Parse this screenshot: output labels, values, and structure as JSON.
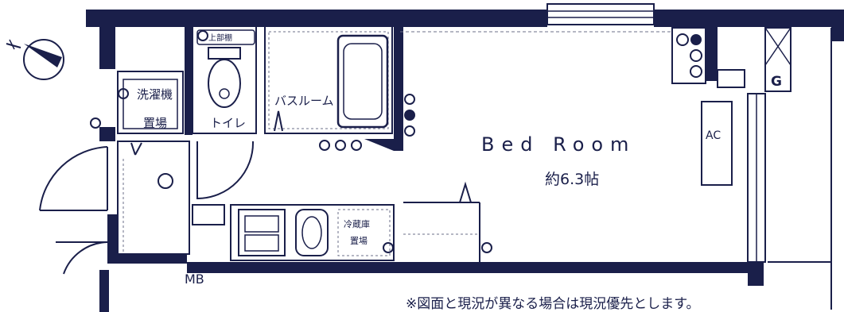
{
  "labels": {
    "washer_area_line1": "洗濯機",
    "washer_area_line2": "置場",
    "toilet": "トイレ",
    "bathroom": "バスルーム",
    "room_name": "Bed  Room",
    "room_size": "約6.3帖",
    "fridge_area_line1": "冷蔵庫",
    "fridge_area_line2": "置場",
    "upper_cabinet": "上部棚",
    "aircon": "AC",
    "gas_meter": "G",
    "meter_box": "MB",
    "disclaimer": "※図面と現況が異なる場合は現況優先とします。"
  },
  "colors": {
    "wall": "#1a1f4a",
    "line": "#1a1f4a",
    "fill": "#ffffff",
    "dashed": "#6b6f8a"
  },
  "icons": {
    "compass": "north-arrow-icon",
    "outlet": "outlet-icon",
    "toilet": "toilet-icon",
    "bathtub": "bathtub-icon",
    "stove": "stove-icon",
    "sink": "sink-icon"
  }
}
